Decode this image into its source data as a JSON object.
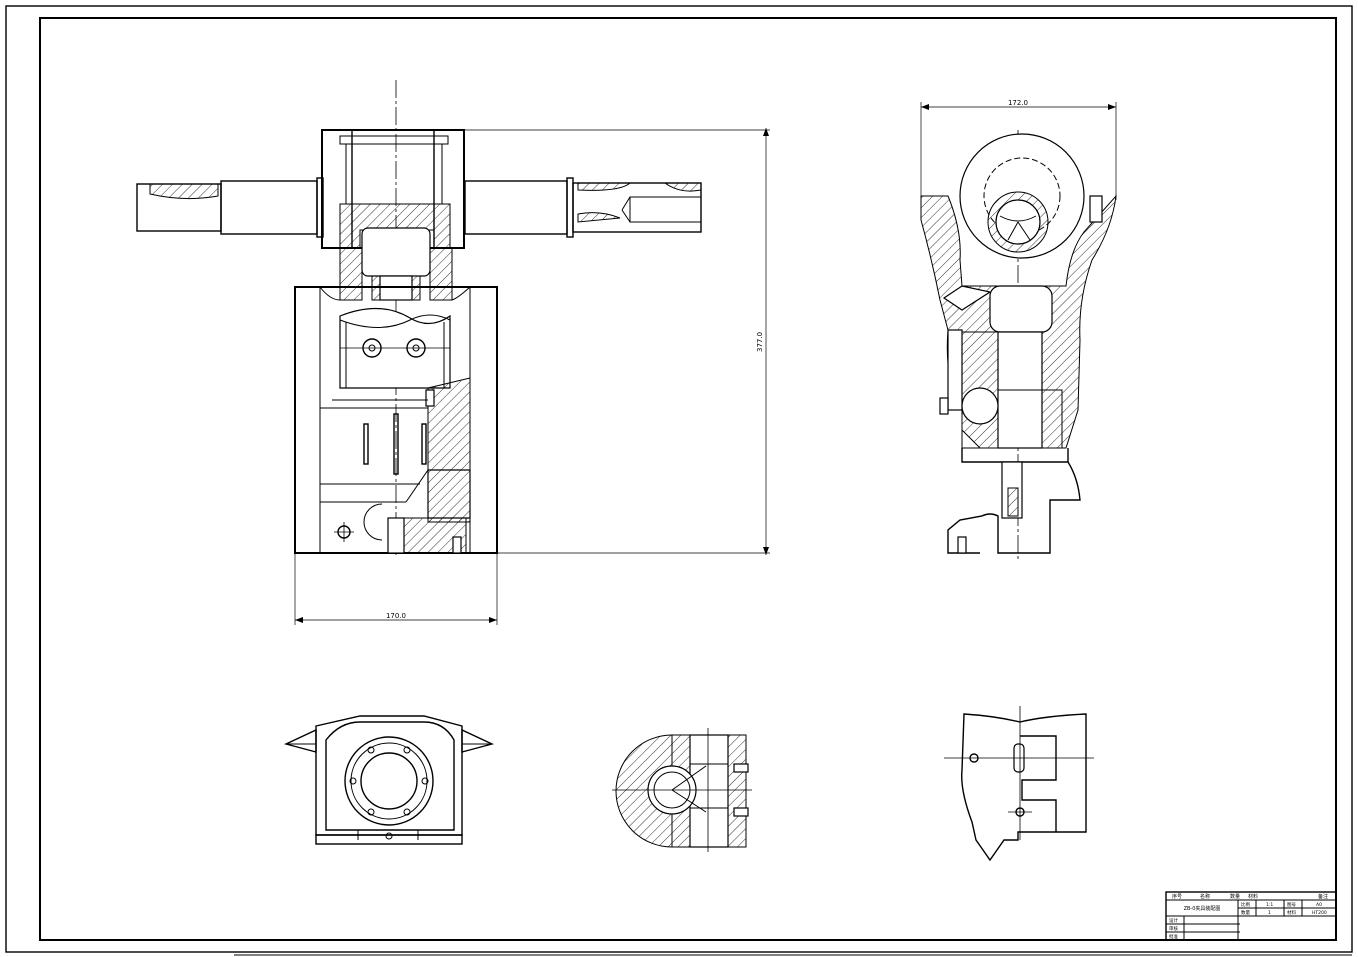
{
  "drawing": {
    "dimensions": {
      "front_height": "377.0",
      "front_width": "170.0",
      "side_width": "172.0"
    },
    "title_block": {
      "header": [
        "序号",
        "名称",
        "数量",
        "材料",
        "备注"
      ],
      "drawing_title": "ZB-0夹具装配图",
      "scale_label": "比例",
      "scale_value": "1:1",
      "sheet_label": "图号",
      "sheet_value": "A0",
      "qty_label": "数量",
      "qty_value": "1",
      "material_label": "材料",
      "material_value": "HT200",
      "roles": [
        "设计",
        "审核",
        "批准"
      ]
    }
  }
}
